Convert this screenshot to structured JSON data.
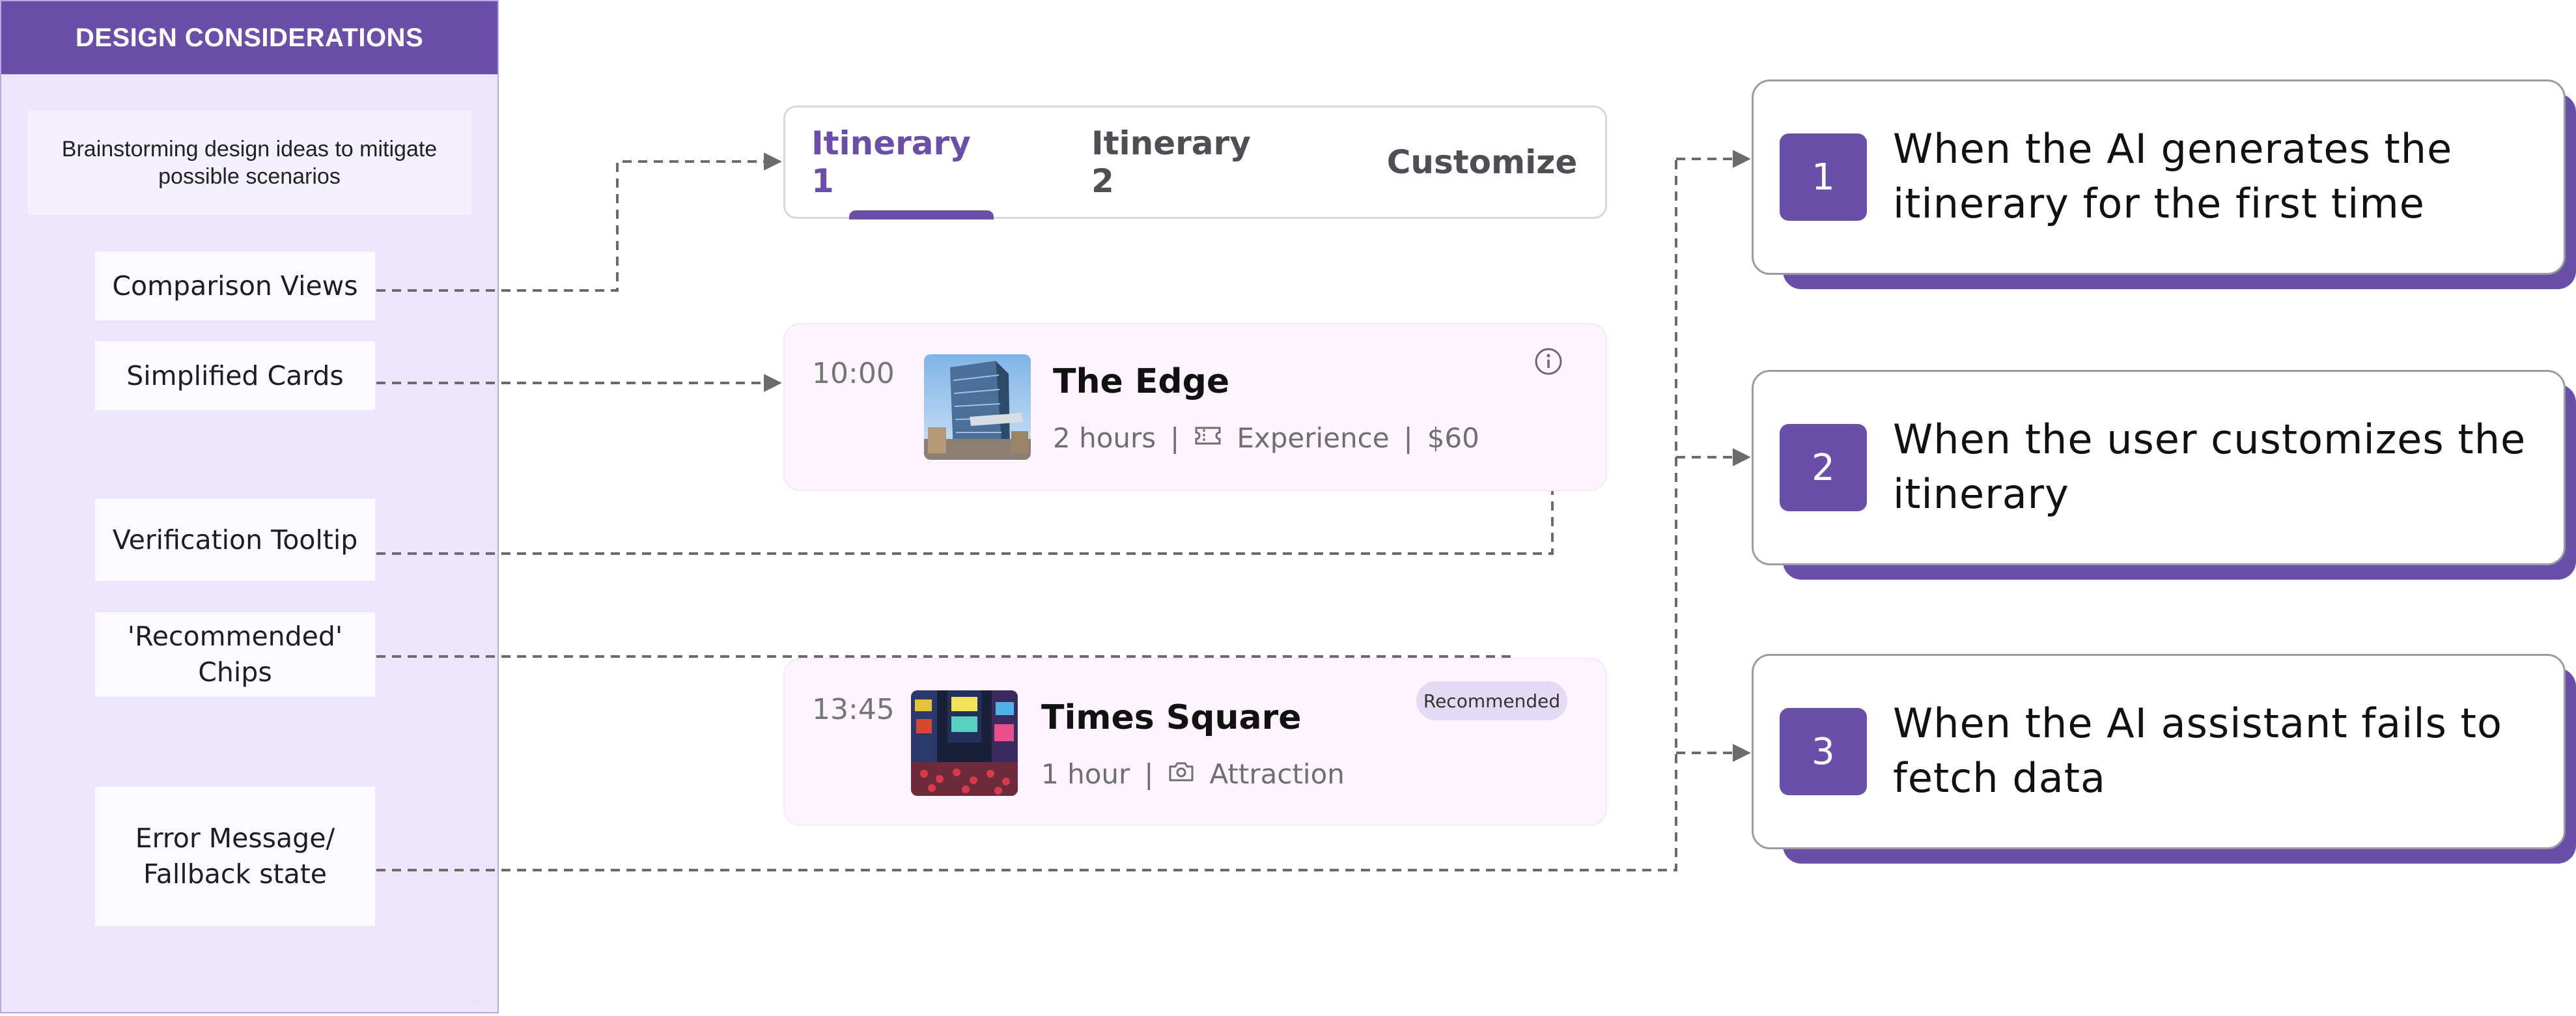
{
  "panel": {
    "header": "DESIGN CONSIDERATIONS",
    "note": "Brainstorming design ideas to mitigate possible scenarios",
    "items": [
      {
        "label": "Comparison Views"
      },
      {
        "label": "Simplified Cards"
      },
      {
        "label": "Verification Tooltip"
      },
      {
        "label": "'Recommended' Chips"
      },
      {
        "label": "Error Message/ Fallback state"
      }
    ]
  },
  "tabs": [
    {
      "label": "Itinerary 1",
      "active": true
    },
    {
      "label": "Itinerary 2",
      "active": false
    },
    {
      "label": "Customize",
      "active": false
    }
  ],
  "cards": [
    {
      "time": "10:00",
      "title": "The Edge",
      "duration": "2 hours",
      "category": "Experience",
      "price": "$60",
      "category_icon": "ticket-icon",
      "info_icon": "info-icon"
    },
    {
      "time": "13:45",
      "title": "Times Square",
      "duration": "1 hour",
      "category": "Attraction",
      "category_icon": "camera-icon",
      "chip": "Recommended"
    }
  ],
  "scenarios": [
    {
      "number": "1",
      "text": "When the AI generates the itinerary for the first time"
    },
    {
      "number": "2",
      "text": "When the user customizes the itinerary"
    },
    {
      "number": "3",
      "text": "When the AI assistant fails to fetch data"
    }
  ],
  "colors": {
    "accent": "#6a4fa8",
    "panel_bg": "#ece5fb",
    "card_bg": "#fdf4ff",
    "chip_bg": "#e3dbf4"
  }
}
